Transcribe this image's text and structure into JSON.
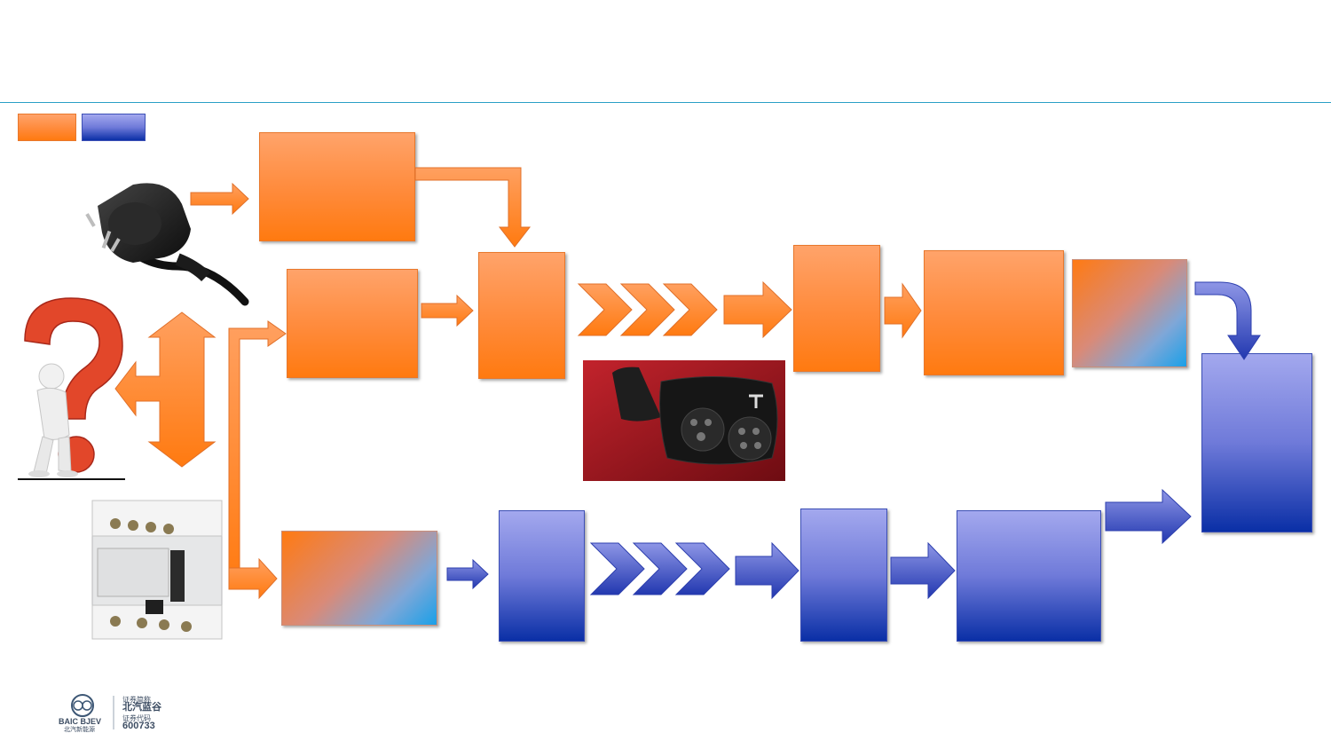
{
  "logo": {
    "brand_en": "BAIC BJEV",
    "brand_cn": "北汽新能源",
    "stock_name_label": "证券简称",
    "stock_name": "北汽蓝谷",
    "stock_code_label": "证券代码",
    "stock_code": "600733"
  },
  "colors": {
    "ac_path": "#ff7a10",
    "dc_path": "#0a2fa6",
    "divider": "#2aa0c6"
  },
  "icons": [
    "power-plug-icon",
    "question-mark-figure-icon",
    "breaker-device-icon",
    "charging-port-icon"
  ]
}
